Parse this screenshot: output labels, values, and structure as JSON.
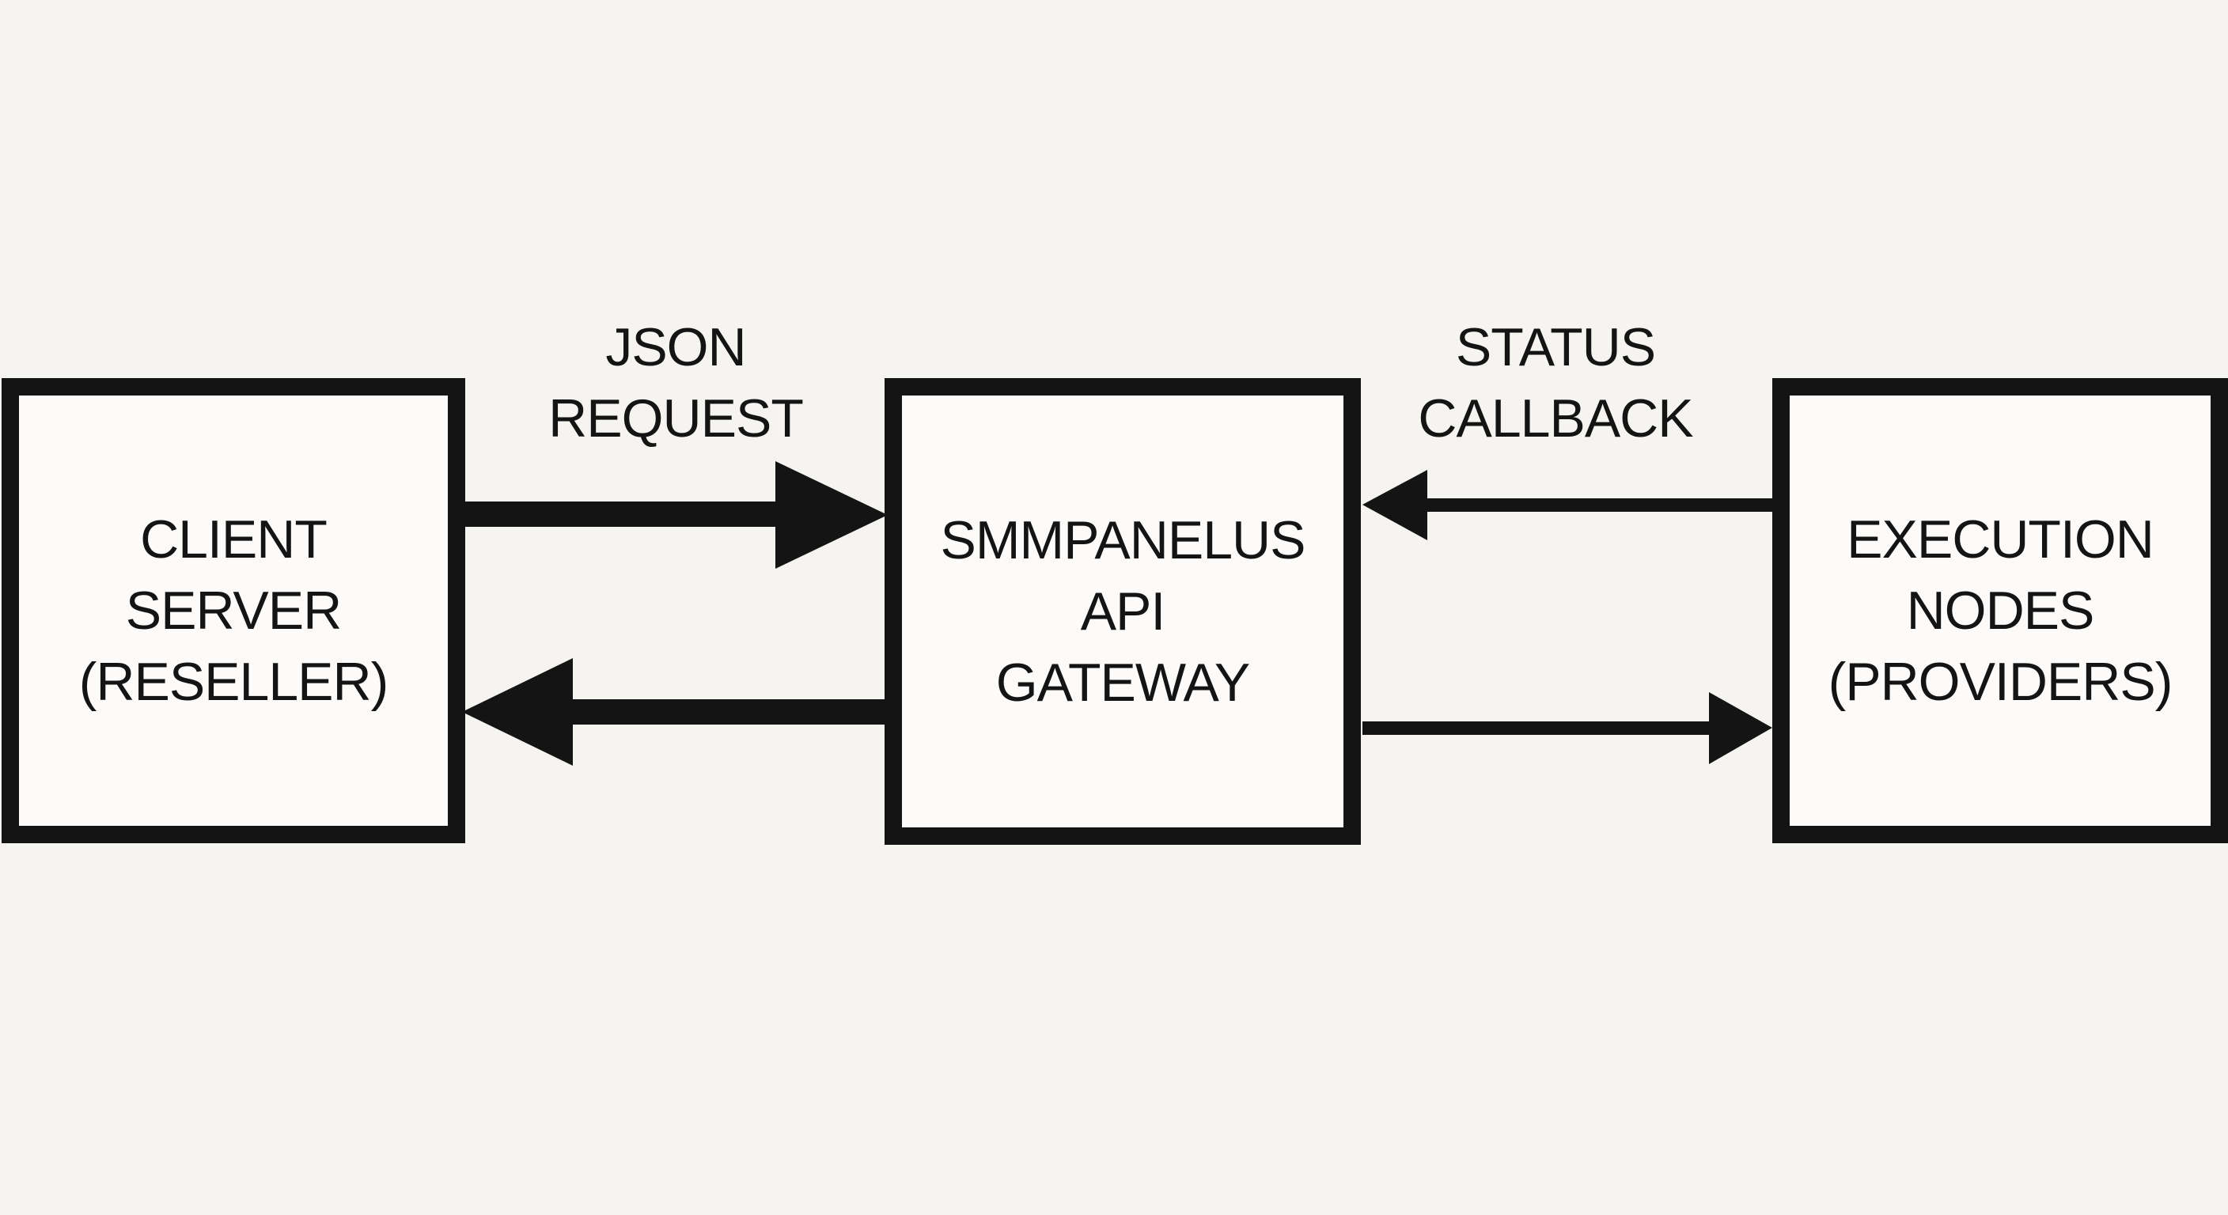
{
  "colors": {
    "ink": "#141414",
    "background": "#f5f4f1",
    "box_fill": "#fcfbf9"
  },
  "diagram": {
    "nodes": [
      {
        "id": "client-server",
        "lines": [
          "CLIENT",
          "SERVER",
          "(RESELLER)"
        ]
      },
      {
        "id": "api-gateway",
        "lines": [
          "SMMPANELUS",
          "API",
          "GATEWAY"
        ]
      },
      {
        "id": "execution-nodes",
        "lines": [
          "EXECUTION",
          "NODES",
          "(PROVIDERS)"
        ]
      }
    ],
    "edges": [
      {
        "id": "json-request",
        "from": "client-server",
        "to": "api-gateway",
        "direction": "right",
        "weight": "thick",
        "label_lines": [
          "JSON",
          "REQUEST"
        ]
      },
      {
        "id": "gateway-response",
        "from": "api-gateway",
        "to": "client-server",
        "direction": "left",
        "weight": "thick",
        "label_lines": []
      },
      {
        "id": "status-callback",
        "from": "execution-nodes",
        "to": "api-gateway",
        "direction": "left",
        "weight": "thin",
        "label_lines": [
          "STATUS",
          "CALLBACK"
        ]
      },
      {
        "id": "dispatch",
        "from": "api-gateway",
        "to": "execution-nodes",
        "direction": "right",
        "weight": "thin",
        "label_lines": []
      }
    ]
  }
}
